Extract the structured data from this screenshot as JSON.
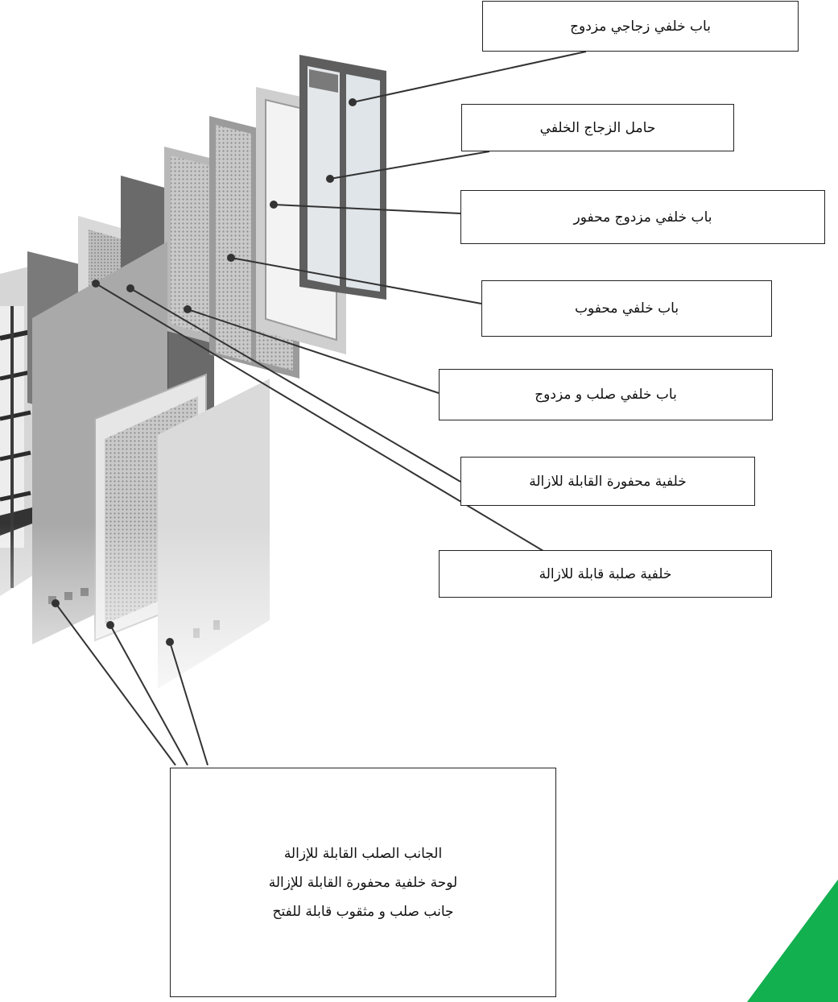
{
  "labels": {
    "glass_double_rear_door": "باب خلفي زجاجي مزدوج",
    "rear_glass_holder": "حامل الزجاج الخلفي",
    "double_perforated_rear_door": "باب خلفي مزدوج محفور",
    "perforated_rear_door": "باب خلفي محفوب",
    "solid_double_rear_door": "باب خلفي صلب و مزدوج",
    "removable_perforated_back": "خلفية محفورة القابلة للازالة",
    "removable_solid_back": "خلفية صلبة قابلة للازالة"
  },
  "side_panels": {
    "line1": "الجانب الصلب القابلة للإزالة",
    "line2": "لوحة خلفية محفورة القابلة للإزالة",
    "line3": "جانب صلب و مثقوب قابلة للفتح"
  },
  "colors": {
    "accent_triangle": "#12b04f",
    "panel_dark": "#6e6e6e",
    "panel_light": "#c8c8c8",
    "leader_line": "#333333"
  }
}
